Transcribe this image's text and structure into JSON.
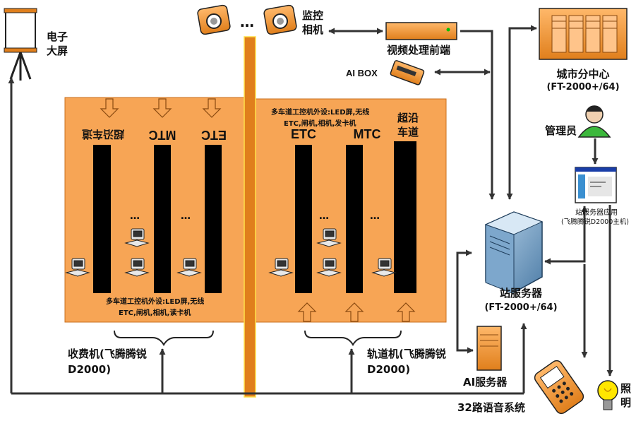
{
  "labels": {
    "screen": "电子大屏",
    "camera": "监控相机",
    "video_frontend": "视频处理前端",
    "ai_box": "AI BOX",
    "city_center": "城市分中心",
    "city_center_model": "(FT-2000+/64)",
    "admin": "管理员",
    "station_app_line1": "站服务器应用",
    "station_app_line2": "(飞腾腾锐D2000主机)",
    "station_server": "站服务器",
    "station_server_model": "(FT-2000+/64)",
    "ai_server": "AI服务器",
    "voice_system": "32路语音系统",
    "lighting": "照明",
    "toll_machine": "收费机(飞腾腾锐D2000)",
    "track_machine": "轨道机(飞腾腾锐D2000)",
    "ellipsis": "…"
  },
  "left_panel": {
    "lanes": [
      "超沿车道",
      "MTC",
      "ETC"
    ],
    "peripherals_line1": "多车道工控机外设:LED屏,无线",
    "peripherals_line2": "ETC,闸机,相机,读卡机"
  },
  "right_panel": {
    "lanes": [
      "ETC",
      "MTC",
      "超沿车道"
    ],
    "peripherals_line1": "多车道工控机外设:LED屏,无线",
    "peripherals_line2": "ETC,闸机,相机,发卡机"
  },
  "colors": {
    "panel": "#f7a555",
    "panel_border": "#c8701e",
    "divider": "#e07f1c",
    "divider_edge": "#ffe14a",
    "device": "#f19a3e",
    "lane_bar": "#000000",
    "line": "#333333"
  }
}
